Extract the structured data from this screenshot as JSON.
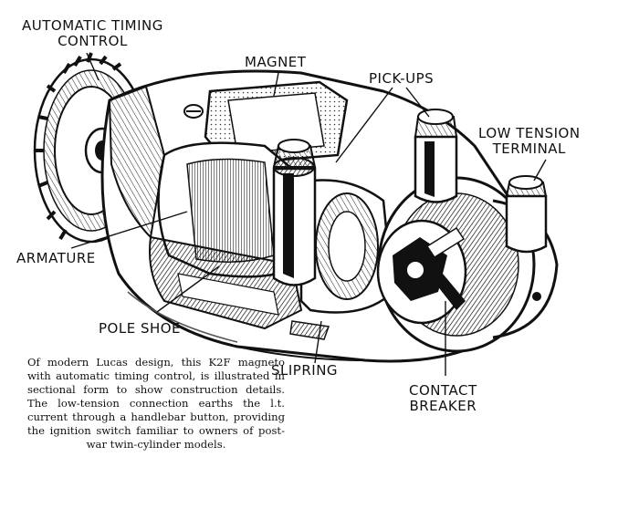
{
  "labels": {
    "automatic_timing_control": [
      "AUTOMATIC TIMING",
      "CONTROL"
    ],
    "magnet": "MAGNET",
    "pick_ups": "PICK-UPS",
    "low_tension_terminal": [
      "LOW TENSION",
      "TERMINAL"
    ],
    "armature": "ARMATURE",
    "pole_shoe": "POLE SHOE",
    "slipring": "SLIPRING",
    "contact_breaker": [
      "CONTACT",
      "BREAKER"
    ]
  },
  "caption": "Of modern Lucas design, this K2F magneto with automatic timing control, is illustrated in sectional form to show construction details. The low-tension connection earths the l.t. current through a handlebar button, providing the ignition switch familiar to owners of post-war twin-cylinder models.",
  "colors": {
    "ink": "#111111",
    "paper": "#ffffff",
    "shade": "#555555"
  }
}
